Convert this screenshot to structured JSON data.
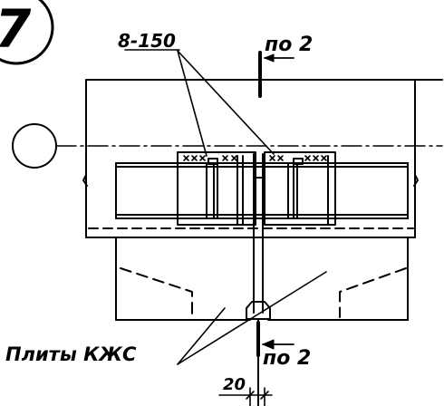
{
  "detail": {
    "number": "7"
  },
  "labels": {
    "rebar": "8-150",
    "section_top": "по 2",
    "section_bottom": "по 2",
    "slabs": "Плиты КЖС",
    "dimension": "20"
  }
}
